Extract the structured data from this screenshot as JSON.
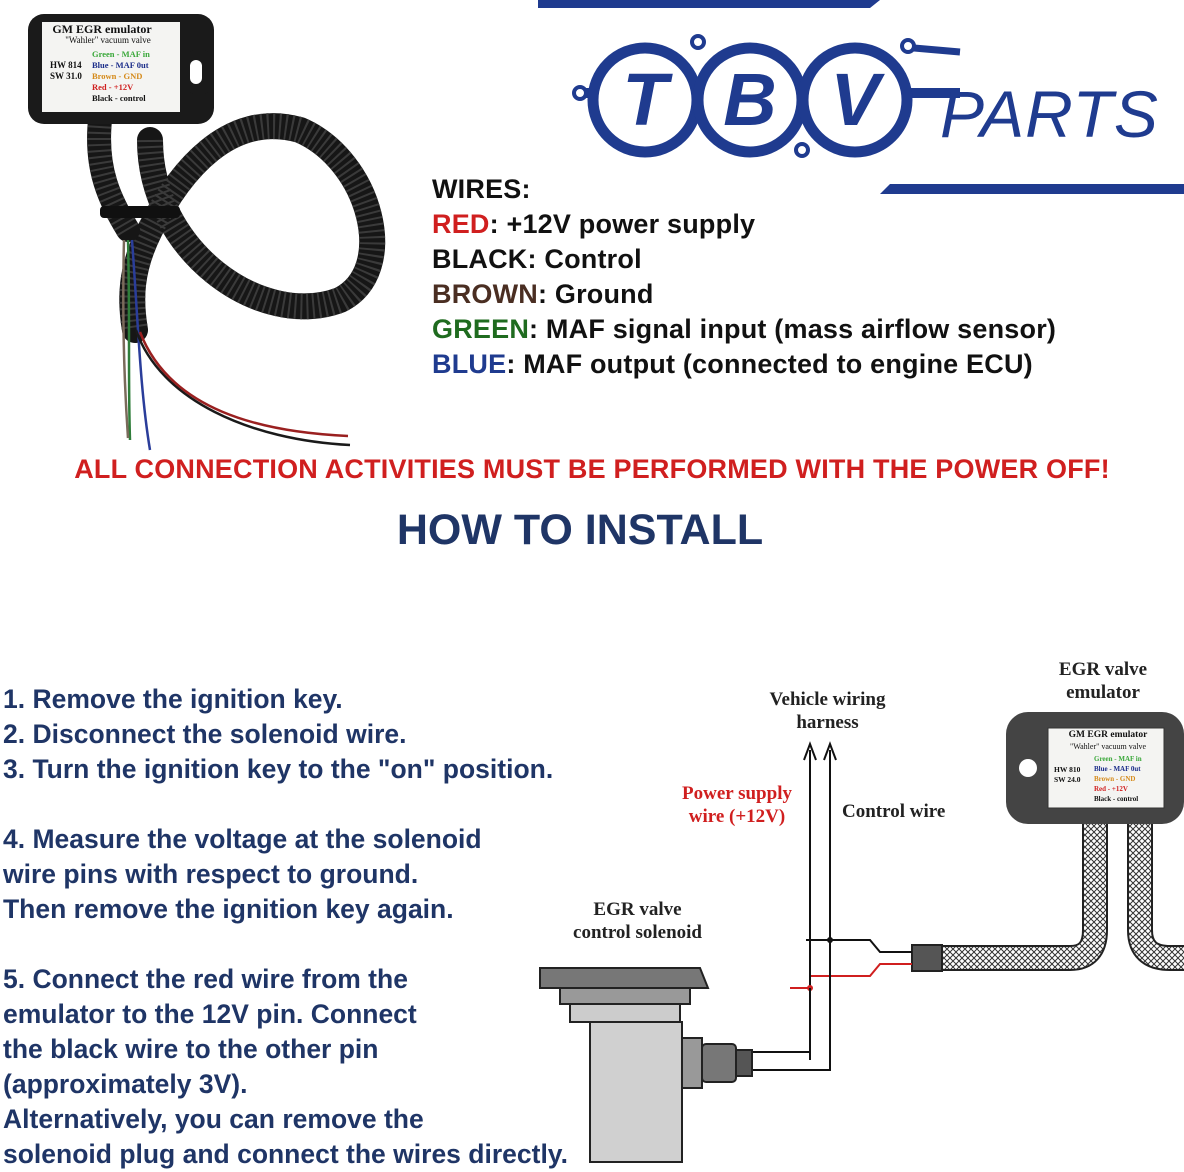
{
  "brand": {
    "logo_letters": [
      "T",
      "B",
      "V"
    ],
    "logo_word": "PARTS",
    "color": "#1f3b8f"
  },
  "product_label": {
    "title": "GM   EGR emulator",
    "subtitle": "\"Wahler\" vacuum valve",
    "hw": "HW 814",
    "sw": "SW 31.0",
    "lines": [
      {
        "text": "Green - MAF in",
        "color": "#3aa83a"
      },
      {
        "text": "Blue - MAF 0ut",
        "color": "#1c2e8a"
      },
      {
        "text": "Brown - GND",
        "color": "#d58a1a"
      },
      {
        "text": "Red - +12V",
        "color": "#d01f1f"
      },
      {
        "text": "Black - control",
        "color": "#111111"
      }
    ]
  },
  "wires": {
    "heading": "WIRES:",
    "items": [
      {
        "name": "RED",
        "desc": ": +12V power supply",
        "color": "#d01f1f"
      },
      {
        "name": "BLACK",
        "desc": ": Control",
        "color": "#111111"
      },
      {
        "name": "BROWN",
        "desc": ": Ground",
        "color": "#4a2e22"
      },
      {
        "name": "GREEN",
        "desc": ": MAF signal input (mass airflow sensor)",
        "color": "#1f6b1f"
      },
      {
        "name": "BLUE",
        "desc": ": MAF output (connected to engine ECU)",
        "color": "#1f3b8f"
      }
    ]
  },
  "warning": "ALL CONNECTION ACTIVITIES MUST BE PERFORMED WITH THE POWER OFF!",
  "install_heading": "HOW TO INSTALL",
  "steps": {
    "s1": "1. Remove the ignition key.",
    "s2": "2. Disconnect the solenoid wire.",
    "s3": "3. Turn the ignition key to the \"on\" position.",
    "s4a": "4. Measure the voltage at the solenoid",
    "s4b": "wire pins with respect to ground.",
    "s4c": "Then remove the ignition key again.",
    "s5a": "5. Connect the red wire from the",
    "s5b": "emulator to the 12V pin. Connect",
    "s5c": "the black wire to the other pin",
    "s5d": "(approximately 3V).",
    "s5e": "Alternatively, you can remove the",
    "s5f": "solenoid plug and connect the wires directly."
  },
  "diagram": {
    "emulator_label_1": "EGR valve",
    "emulator_label_2": "emulator",
    "harness_label_1": "Vehicle wiring",
    "harness_label_2": "harness",
    "power_label_1": "Power supply",
    "power_label_2": "wire (+12V)",
    "control_label": "Control wire",
    "solenoid_label_1": "EGR valve",
    "solenoid_label_2": "control solenoid",
    "module": {
      "title": "GM   EGR emulator",
      "subtitle": "\"Wahler\" vacuum valve",
      "hw": "HW 810",
      "sw": "SW 24.0",
      "lines": [
        {
          "text": "Green - MAF in",
          "color": "#3aa83a"
        },
        {
          "text": "Blue - MAF 0ut",
          "color": "#1c2e8a"
        },
        {
          "text": "Brown - GND",
          "color": "#d58a1a"
        },
        {
          "text": "Red - +12V",
          "color": "#d01f1f"
        },
        {
          "text": "Black - control",
          "color": "#111111"
        }
      ]
    }
  }
}
